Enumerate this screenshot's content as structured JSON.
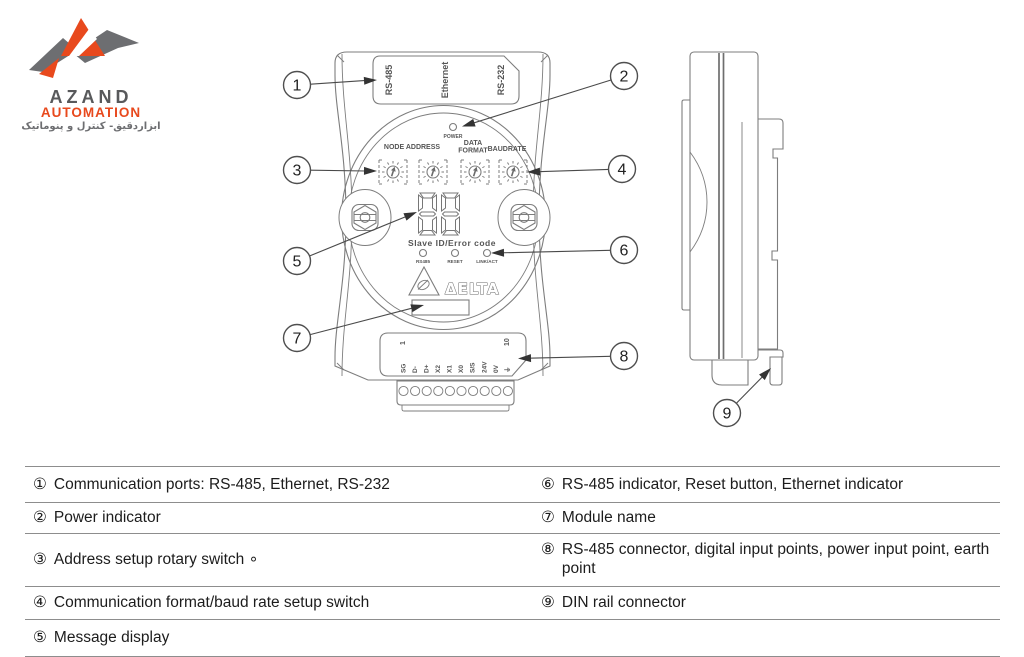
{
  "logo": {
    "brand_top": "AZAND",
    "brand_bottom": "AUTOMATION",
    "tagline_fa": "ابزاردقیق- کنترل و پنوماتیک",
    "accent_color": "#e8491d",
    "gray_color": "#6d6e71"
  },
  "device": {
    "top_ports": [
      "RS-485",
      "Ethernet",
      "RS-232"
    ],
    "power_led_label": "POWER",
    "rotary_labels": {
      "node_address": "NODE ADDRESS",
      "data_format_line1": "DATA",
      "data_format_line2": "FORMAT",
      "baudrate": "BAUDRATE"
    },
    "display_caption": "Slave ID/Error code",
    "status_leds": [
      "RS485",
      "RESET",
      "LINK/ACT"
    ],
    "brand": "ΔELTA",
    "terminal_numbers": {
      "first": "1",
      "last": "10"
    },
    "terminals": [
      "SG",
      "D-",
      "D+",
      "X2",
      "X1",
      "X0",
      "S/S",
      "24V",
      "0V",
      "⏚"
    ]
  },
  "callouts": [
    "1",
    "2",
    "3",
    "4",
    "5",
    "6",
    "7",
    "8",
    "9"
  ],
  "legend": {
    "rows": [
      {
        "left": {
          "marker": "①",
          "text": "Communication ports: RS-485, Ethernet, RS-232"
        },
        "right": {
          "marker": "⑥",
          "text": "RS-485 indicator, Reset button, Ethernet indicator"
        }
      },
      {
        "left": {
          "marker": "②",
          "text": "Power indicator"
        },
        "right": {
          "marker": "⑦",
          "text": "Module name"
        }
      },
      {
        "left": {
          "marker": "③",
          "text": "Address setup rotary switch ∘"
        },
        "right": {
          "marker": "⑧",
          "text": "RS-485 connector, digital input points, power input point, earth point"
        }
      },
      {
        "left": {
          "marker": "④",
          "text": "Communication format/baud rate setup switch"
        },
        "right": {
          "marker": "⑨",
          "text": "DIN rail connector"
        }
      },
      {
        "left": {
          "marker": "⑤",
          "text": "Message display"
        },
        "right": {
          "marker": "",
          "text": ""
        }
      }
    ]
  }
}
